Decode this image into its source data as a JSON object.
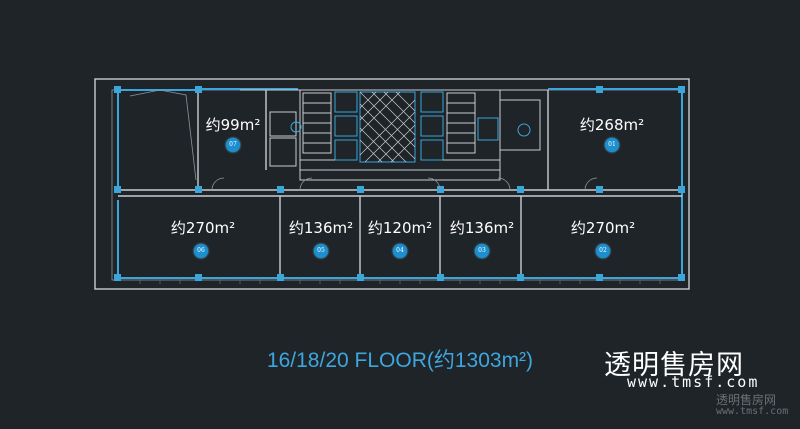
{
  "floor": {
    "title": "16/18/20 FLOOR(约1303m²)"
  },
  "units": [
    {
      "id": "07",
      "area": "约99m²"
    },
    {
      "id": "01",
      "area": "约268m²"
    },
    {
      "id": "06",
      "area": "约270m²"
    },
    {
      "id": "05",
      "area": "约136m²"
    },
    {
      "id": "04",
      "area": "约120m²"
    },
    {
      "id": "03",
      "area": "约136m²"
    },
    {
      "id": "02",
      "area": "约270m²"
    }
  ],
  "watermark": {
    "brand": "透明售房网",
    "url": "www.tmsf.com",
    "small_brand": "透明售房网",
    "small_url": "www.tmsf.com"
  },
  "colors": {
    "background": "#1f2428",
    "wall": "#c8cdd2",
    "glass": "#3aa6dc",
    "badge": "#1b8fd0",
    "title": "#3ea6df"
  }
}
